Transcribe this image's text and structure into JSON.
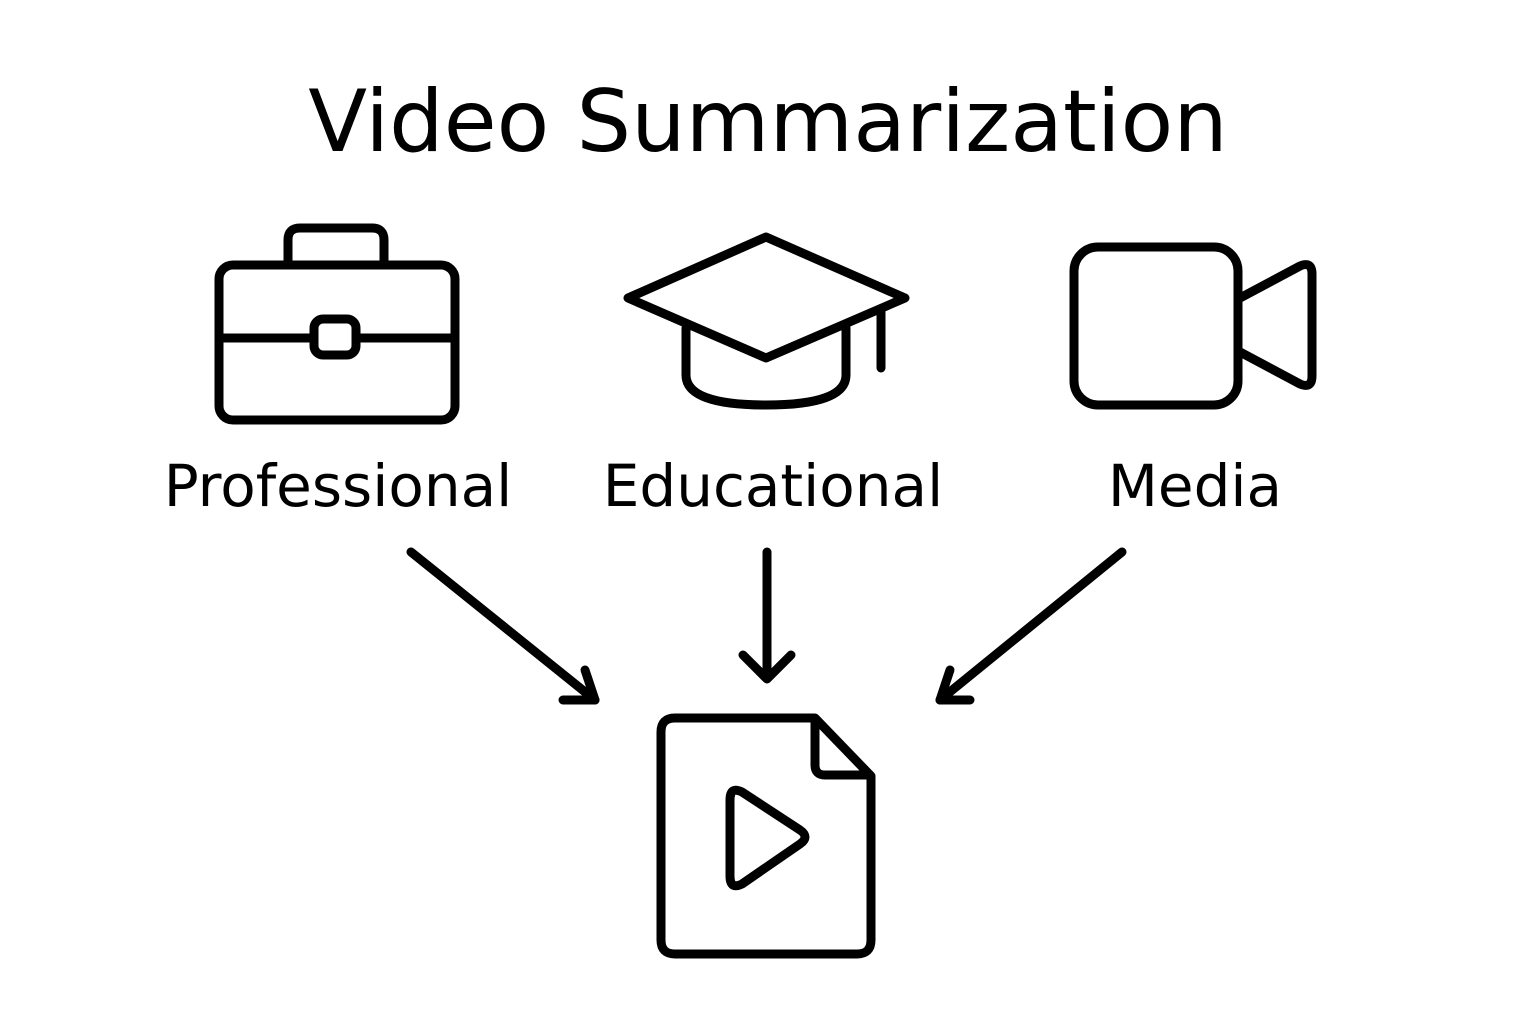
{
  "title": "Video Summarization",
  "categories": [
    {
      "label": "Professional",
      "icon": "briefcase-icon"
    },
    {
      "label": "Educational",
      "icon": "graduation-cap-icon"
    },
    {
      "label": "Media",
      "icon": "video-camera-icon"
    }
  ],
  "output": {
    "icon": "video-file-icon"
  }
}
